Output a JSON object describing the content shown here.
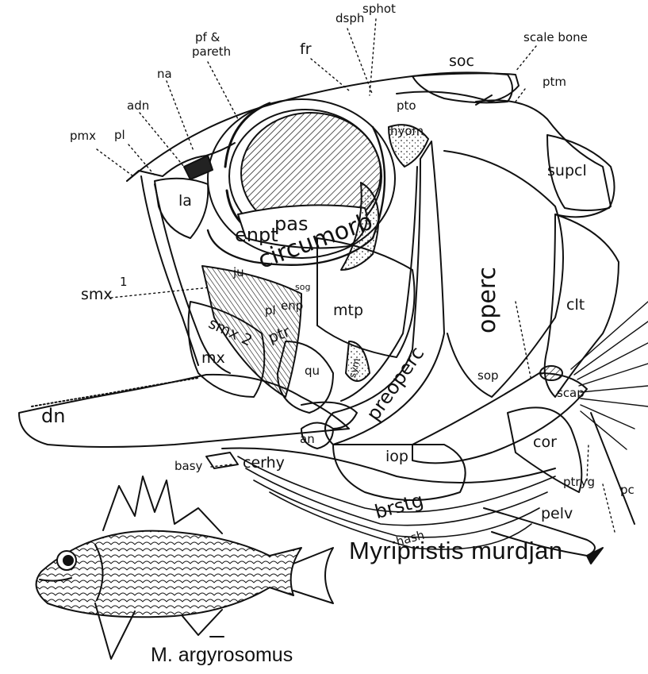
{
  "figure": {
    "title": "Myripristis murdjan",
    "inset_caption": "M. argyrosomus",
    "line_color": "#111111",
    "background": "#ffffff"
  },
  "labels": {
    "fr": "fr",
    "dsph": "dsph",
    "sphot": "sphot",
    "pf_pareth": "pf &",
    "pareth": "pareth",
    "na": "na",
    "adn": "adn",
    "pmx": "pmx",
    "pl": "pl",
    "scale_bone": "scale bone",
    "soc": "soc",
    "ptm": "ptm",
    "pto": "pto",
    "hyom": "hyom",
    "supcl": "supcl",
    "la": "la",
    "pas": "pas",
    "enpt": "enpt",
    "circumorb": "circumorb",
    "ju": "ju",
    "sog": "sog",
    "smx1": "smx",
    "smx1_mark": "1",
    "pl2": "pl",
    "enpt2": "enp",
    "mtp": "mtp",
    "operc": "operc",
    "clt": "clt",
    "smx2": "smx 2",
    "ptr": "ptr",
    "mx": "mx",
    "qu": "qu",
    "sym": "sym",
    "preoperc": "preoperc",
    "sop": "sop",
    "scap": "scap",
    "dn": "dn",
    "an": "an",
    "iop": "iop",
    "cor": "cor",
    "ptryg": "ptryg",
    "pc": "pc",
    "basy": "basy",
    "cerhy": "cerhy",
    "brstg": "brstg",
    "pelv": "pelv",
    "hash": "hash"
  }
}
